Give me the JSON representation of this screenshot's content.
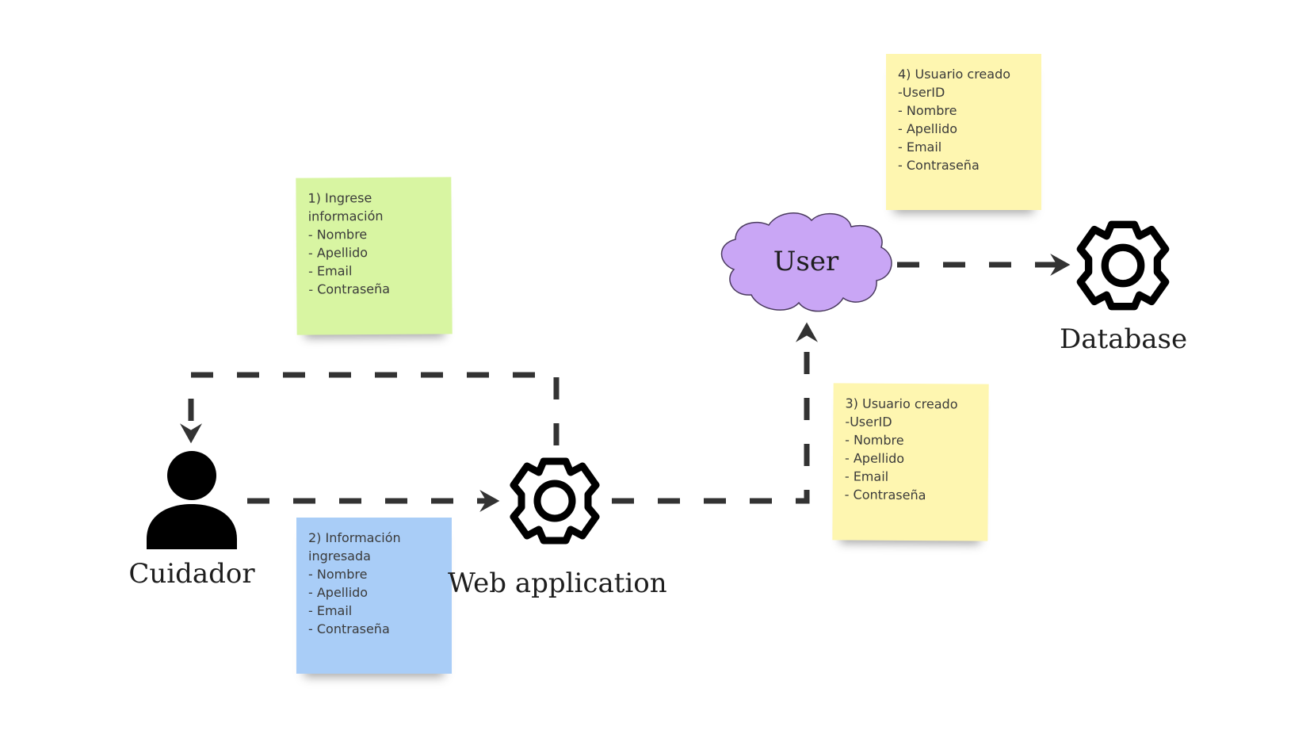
{
  "nodes": {
    "cuidador": {
      "label": "Cuidador",
      "icon": "person-icon"
    },
    "web_app": {
      "label": "Web application",
      "icon": "gear-icon"
    },
    "user": {
      "label": "User",
      "shape": "cloud",
      "fill": "#c9a6f5"
    },
    "database": {
      "label": "Database",
      "icon": "gear-icon"
    }
  },
  "notes": [
    {
      "id": "note-1",
      "color": "#d8f5a2",
      "lines": [
        "1) Ingrese",
        "información",
        "- Nombre",
        "- Apellido",
        "- Email",
        "- Contraseña"
      ]
    },
    {
      "id": "note-2",
      "color": "#a9cdf7",
      "lines": [
        "2) Información",
        "ingresada",
        "- Nombre",
        "- Apellido",
        "- Email",
        "- Contraseña"
      ]
    },
    {
      "id": "note-3",
      "color": "#fef6b0",
      "lines": [
        "3) Usuario creado",
        "-UserID",
        "- Nombre",
        "- Apellido",
        "- Email",
        "- Contraseña"
      ]
    },
    {
      "id": "note-4",
      "color": "#fef6b0",
      "lines": [
        "4) Usuario creado",
        "-UserID",
        "- Nombre",
        "- Apellido",
        "- Email",
        "- Contraseña"
      ]
    }
  ],
  "edges": [
    {
      "from": "cuidador",
      "to": "web_app",
      "style": "dashed"
    },
    {
      "from": "web_app",
      "to": "cuidador",
      "style": "dashed"
    },
    {
      "from": "web_app",
      "to": "user",
      "style": "dashed"
    },
    {
      "from": "user",
      "to": "database",
      "style": "dashed"
    }
  ],
  "colors": {
    "connector": "#333333",
    "icon": "#000000"
  }
}
